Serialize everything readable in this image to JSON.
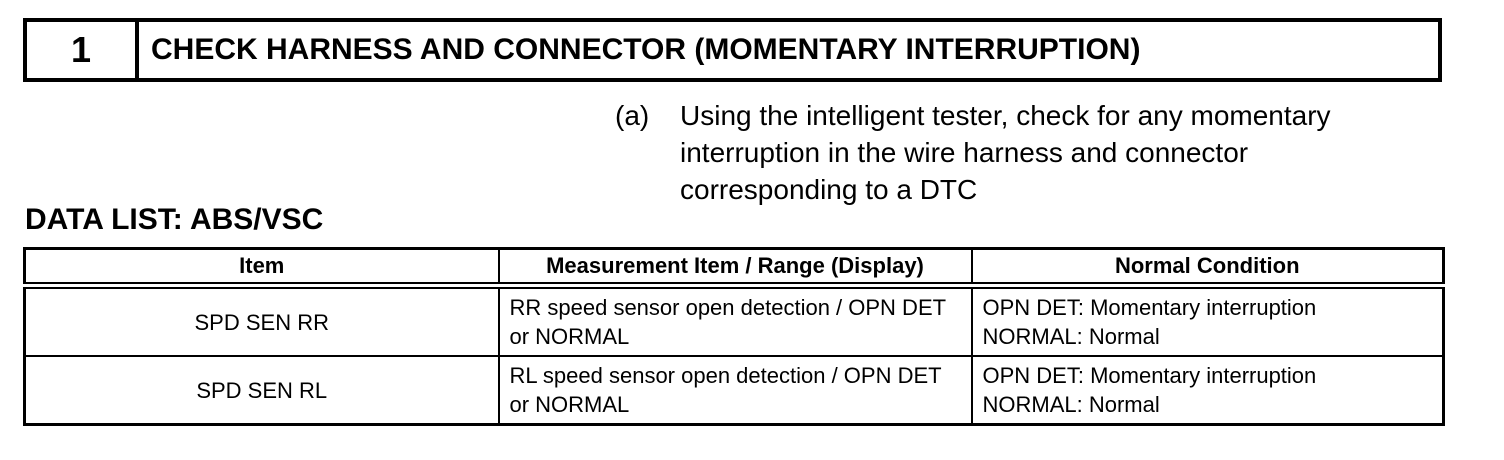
{
  "step": {
    "number": "1",
    "title": "CHECK HARNESS AND CONNECTOR (MOMENTARY INTERRUPTION)"
  },
  "instruction": {
    "label": "(a)",
    "text": "Using the intelligent tester, check for any momentary\ninterruption in the wire harness and connector\ncorresponding to a DTC"
  },
  "data_list": {
    "heading": "DATA LIST: ABS/VSC",
    "table": {
      "columns": [
        "Item",
        "Measurement Item / Range (Display)",
        "Normal Condition"
      ],
      "rows": [
        {
          "item": "SPD SEN RR",
          "measurement": "RR speed sensor open detection / OPN DET\nor NORMAL",
          "normal": "OPN DET: Momentary interruption\nNORMAL: Normal"
        },
        {
          "item": "SPD SEN RL",
          "measurement": "RL speed sensor open detection / OPN DET\nor NORMAL",
          "normal": "OPN DET: Momentary interruption\nNORMAL: Normal"
        }
      ]
    }
  },
  "colors": {
    "text": "#000000",
    "background": "#ffffff",
    "border": "#000000"
  }
}
